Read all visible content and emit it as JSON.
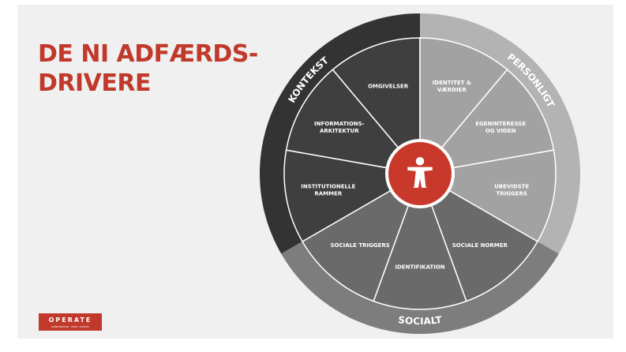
{
  "slide": {
    "title_line1": "DE NI ADFÆRDS-",
    "title_line2": "DRIVERE",
    "title_color": "#c0392b"
  },
  "wheel": {
    "colors": {
      "context_ring": "#333333",
      "context_seg": "#3f3f3f",
      "personal_ring": "#b3b3b3",
      "personal_seg": "#a2a2a2",
      "social_ring": "#7d7d7d",
      "social_seg": "#6a6a6a",
      "hub": "#c9392b",
      "divider": "#ffffff"
    },
    "hub_icon": "person-figure-icon",
    "groups": [
      {
        "label": "KONTEKST"
      },
      {
        "label": "PERSONLIGT"
      },
      {
        "label": "SOCIALT"
      }
    ],
    "segments": [
      {
        "lines": [
          "OMGIVELSER"
        ]
      },
      {
        "lines": [
          "IDENTITET &",
          "VÆRDIER"
        ]
      },
      {
        "lines": [
          "EGENINTERESSE",
          "OG VIDEN"
        ]
      },
      {
        "lines": [
          "UBEVIDSTE",
          "TRIGGERS"
        ]
      },
      {
        "lines": [
          "SOCIALE NORMER"
        ]
      },
      {
        "lines": [
          "IDENTIFIKATION"
        ]
      },
      {
        "lines": [
          "SOCIALE TRIGGERS"
        ]
      },
      {
        "lines": [
          "INSTITUTIONELLE",
          "RAMMER"
        ]
      },
      {
        "lines": [
          "INFORMATIONS-",
          "ARKITEKTUR"
        ]
      }
    ]
  },
  "logo": {
    "name": "OPERATE",
    "tagline": "KOMMUNIKATION · VIDEN · STRATEGI",
    "color": "#c0392b"
  }
}
